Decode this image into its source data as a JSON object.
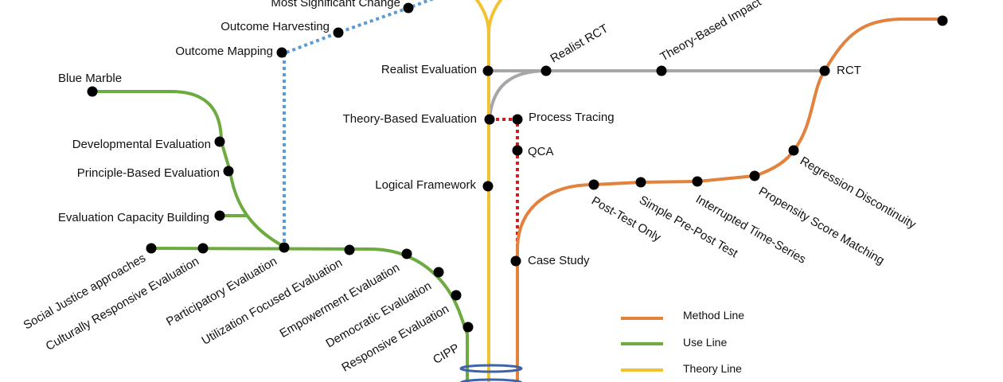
{
  "colors": {
    "method": "#E2823C",
    "use": "#6DAA3F",
    "theory": "#F1C232",
    "theory_branch": "#A6A6A6",
    "outcome_link": "#5B9BD5",
    "qualitative_link": "#D11F1F",
    "hub": "#3E63A8"
  },
  "legend": [
    {
      "label": "Method Line",
      "color": "#E2823C"
    },
    {
      "label": "Use Line",
      "color": "#6DAA3F"
    },
    {
      "label": "Theory Line",
      "color": "#F1C232"
    }
  ],
  "stations": {
    "most_significant_change": "Most Significant Change",
    "outcome_harvesting": "Outcome Harvesting",
    "outcome_mapping": "Outcome Mapping",
    "blue_marble": "Blue Marble",
    "developmental_evaluation": "Developmental Evaluation",
    "principle_based_evaluation": "Principle-Based Evaluation",
    "evaluation_capacity_building": "Evaluation Capacity Building",
    "social_justice_approaches": "Social Justice approaches",
    "culturally_responsive_evaluation": "Culturally Responsive Evaluation",
    "participatory_evaluation": "Participatory Evaluation",
    "utilization_focused_evaluation": "Utilization Focused Evaluation",
    "empowerment_evaluation": "Empowerment Evaluation",
    "democratic_evaluation": "Democratic Evaluation",
    "responsive_evaluation": "Responsive Evaluation",
    "cipp": "CIPP",
    "realist_evaluation": "Realist Evaluation",
    "theory_based_evaluation": "Theory-Based Evaluation",
    "logical_framework": "Logical Framework",
    "realist_rct": "Realist RCT",
    "theory_based_impact": "Theory-Based Impact",
    "rct": "RCT",
    "process_tracing": "Process Tracing",
    "qca": "QCA",
    "case_study": "Case Study",
    "post_test_only": "Post-Test Only",
    "simple_pre_post_test": "Simple Pre-Post Test",
    "interrupted_time_series": "Interrupted Time-Series",
    "propensity_score_matching": "Propensity Score Matching",
    "regression_discontinuity": "Regression Discontinuity"
  }
}
